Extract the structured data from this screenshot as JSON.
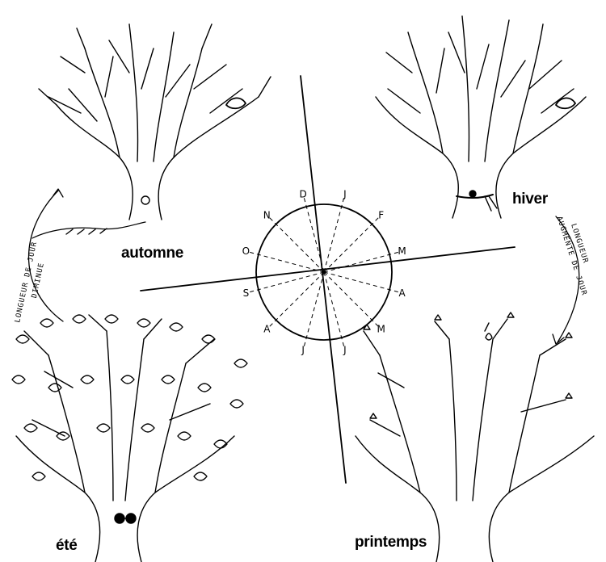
{
  "seasons": {
    "autumn": "automne",
    "winter": "hiver",
    "summer": "été",
    "spring": "printemps"
  },
  "day_length": {
    "decreasing": [
      "LONGUEUR DE JOUR",
      "DIMINUE"
    ],
    "increasing": [
      "LONGUEUR",
      "AUGMENTE DE JOUR"
    ]
  },
  "months": [
    "J",
    "F",
    "M",
    "A",
    "M",
    "J",
    "J",
    "A",
    "S",
    "O",
    "N",
    "D"
  ],
  "trees": {
    "autumn": "bare-branches-falling-leaves",
    "winter": "bare-branches-scarf",
    "summer": "full-foliage-sunglasses",
    "spring": "buds"
  }
}
